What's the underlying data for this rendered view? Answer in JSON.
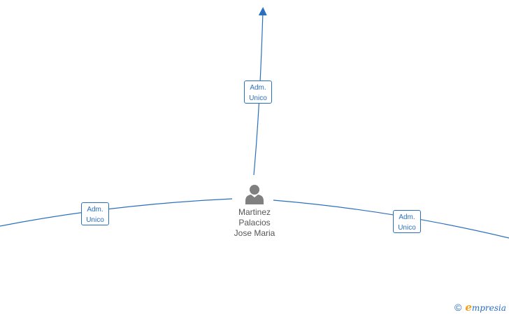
{
  "person": {
    "name_lines": [
      "Martinez",
      "Palacios",
      "Jose Maria"
    ],
    "icon": "person-silhouette-icon"
  },
  "edges": [
    {
      "label_lines": [
        "Adm.",
        "Unico"
      ],
      "direction": "up"
    },
    {
      "label_lines": [
        "Adm.",
        "Unico"
      ],
      "direction": "left"
    },
    {
      "label_lines": [
        "Adm.",
        "Unico"
      ],
      "direction": "right"
    }
  ],
  "brand": {
    "copyright_symbol": "©",
    "logo_initial": "e",
    "logo_rest": "mpresia",
    "icon": "copyright-icon"
  },
  "colors": {
    "edge": "#2a6fbf",
    "person_icon": "#808080",
    "person_text": "#555555",
    "brand_accent": "#f0a020"
  }
}
